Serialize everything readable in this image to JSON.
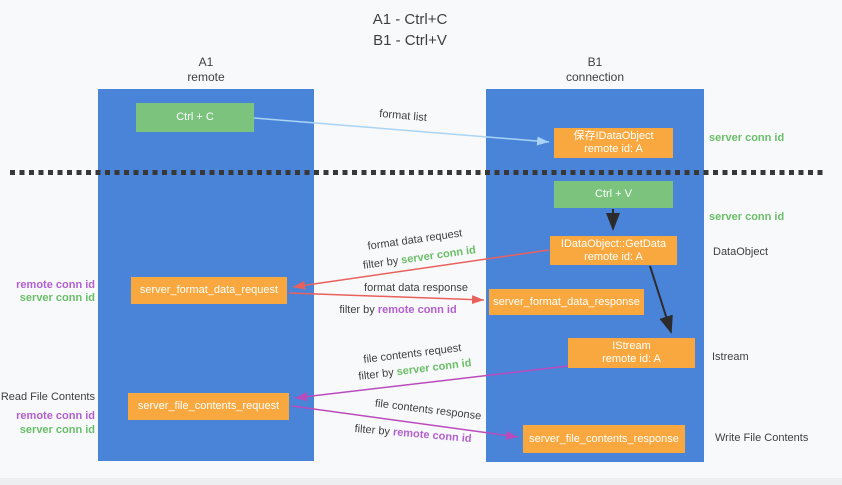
{
  "title": {
    "line1": "A1 - Ctrl+C",
    "line2": "B1 - Ctrl+V"
  },
  "lanes": {
    "left": {
      "name": "A1",
      "role": "remote"
    },
    "right": {
      "name": "B1",
      "role": "connection"
    }
  },
  "nodes": {
    "ctrl_c": {
      "label": "Ctrl + C"
    },
    "save_idataobject": {
      "line1": "保存IDataObject",
      "line2": "remote id: A"
    },
    "ctrl_v": {
      "label": "Ctrl + V"
    },
    "getdata": {
      "line1": "IDataObject::GetData",
      "line2": "remote id: A"
    },
    "format_request": {
      "label": "server_format_data_request"
    },
    "format_response": {
      "label": "server_format_data_response"
    },
    "istream": {
      "line1": "IStream",
      "line2": "remote id: A"
    },
    "file_request": {
      "label": "server_file_contents_request"
    },
    "file_response": {
      "label": "server_file_contents_response"
    }
  },
  "side_labels": {
    "server_conn_id_top": "server conn id",
    "server_conn_id_mid": "server conn id",
    "dataobject": "DataObject",
    "istream": "Istream",
    "read_file_contents": "Read File Contents",
    "write_file_contents": "Write File Contents",
    "remote_conn_id_format": "remote conn id",
    "server_conn_id_format": "server conn id",
    "remote_conn_id_file": "remote conn id",
    "server_conn_id_file": "server conn id"
  },
  "edge_labels": {
    "format_list": "format list",
    "format_data_request": "format data request",
    "format_data_response": "format data response",
    "file_contents_request": "file contents request",
    "file_contents_response": "file contents response",
    "filter_by": "filter by",
    "server_conn_id": "server conn id",
    "remote_conn_id": "remote conn id"
  },
  "colors": {
    "lane_blue": "#4a84d8",
    "node_green": "#7cc47e",
    "node_orange": "#f8a83e",
    "text_green": "#6abf69",
    "text_purple": "#b35fd1",
    "arrow_red": "#e8615c",
    "arrow_magenta": "#bb4bbd",
    "arrow_light_blue": "#a9d4f5",
    "arrow_black": "#2b2b2b",
    "text_dark": "#3f3f3f",
    "background": "#f8f9fa"
  }
}
